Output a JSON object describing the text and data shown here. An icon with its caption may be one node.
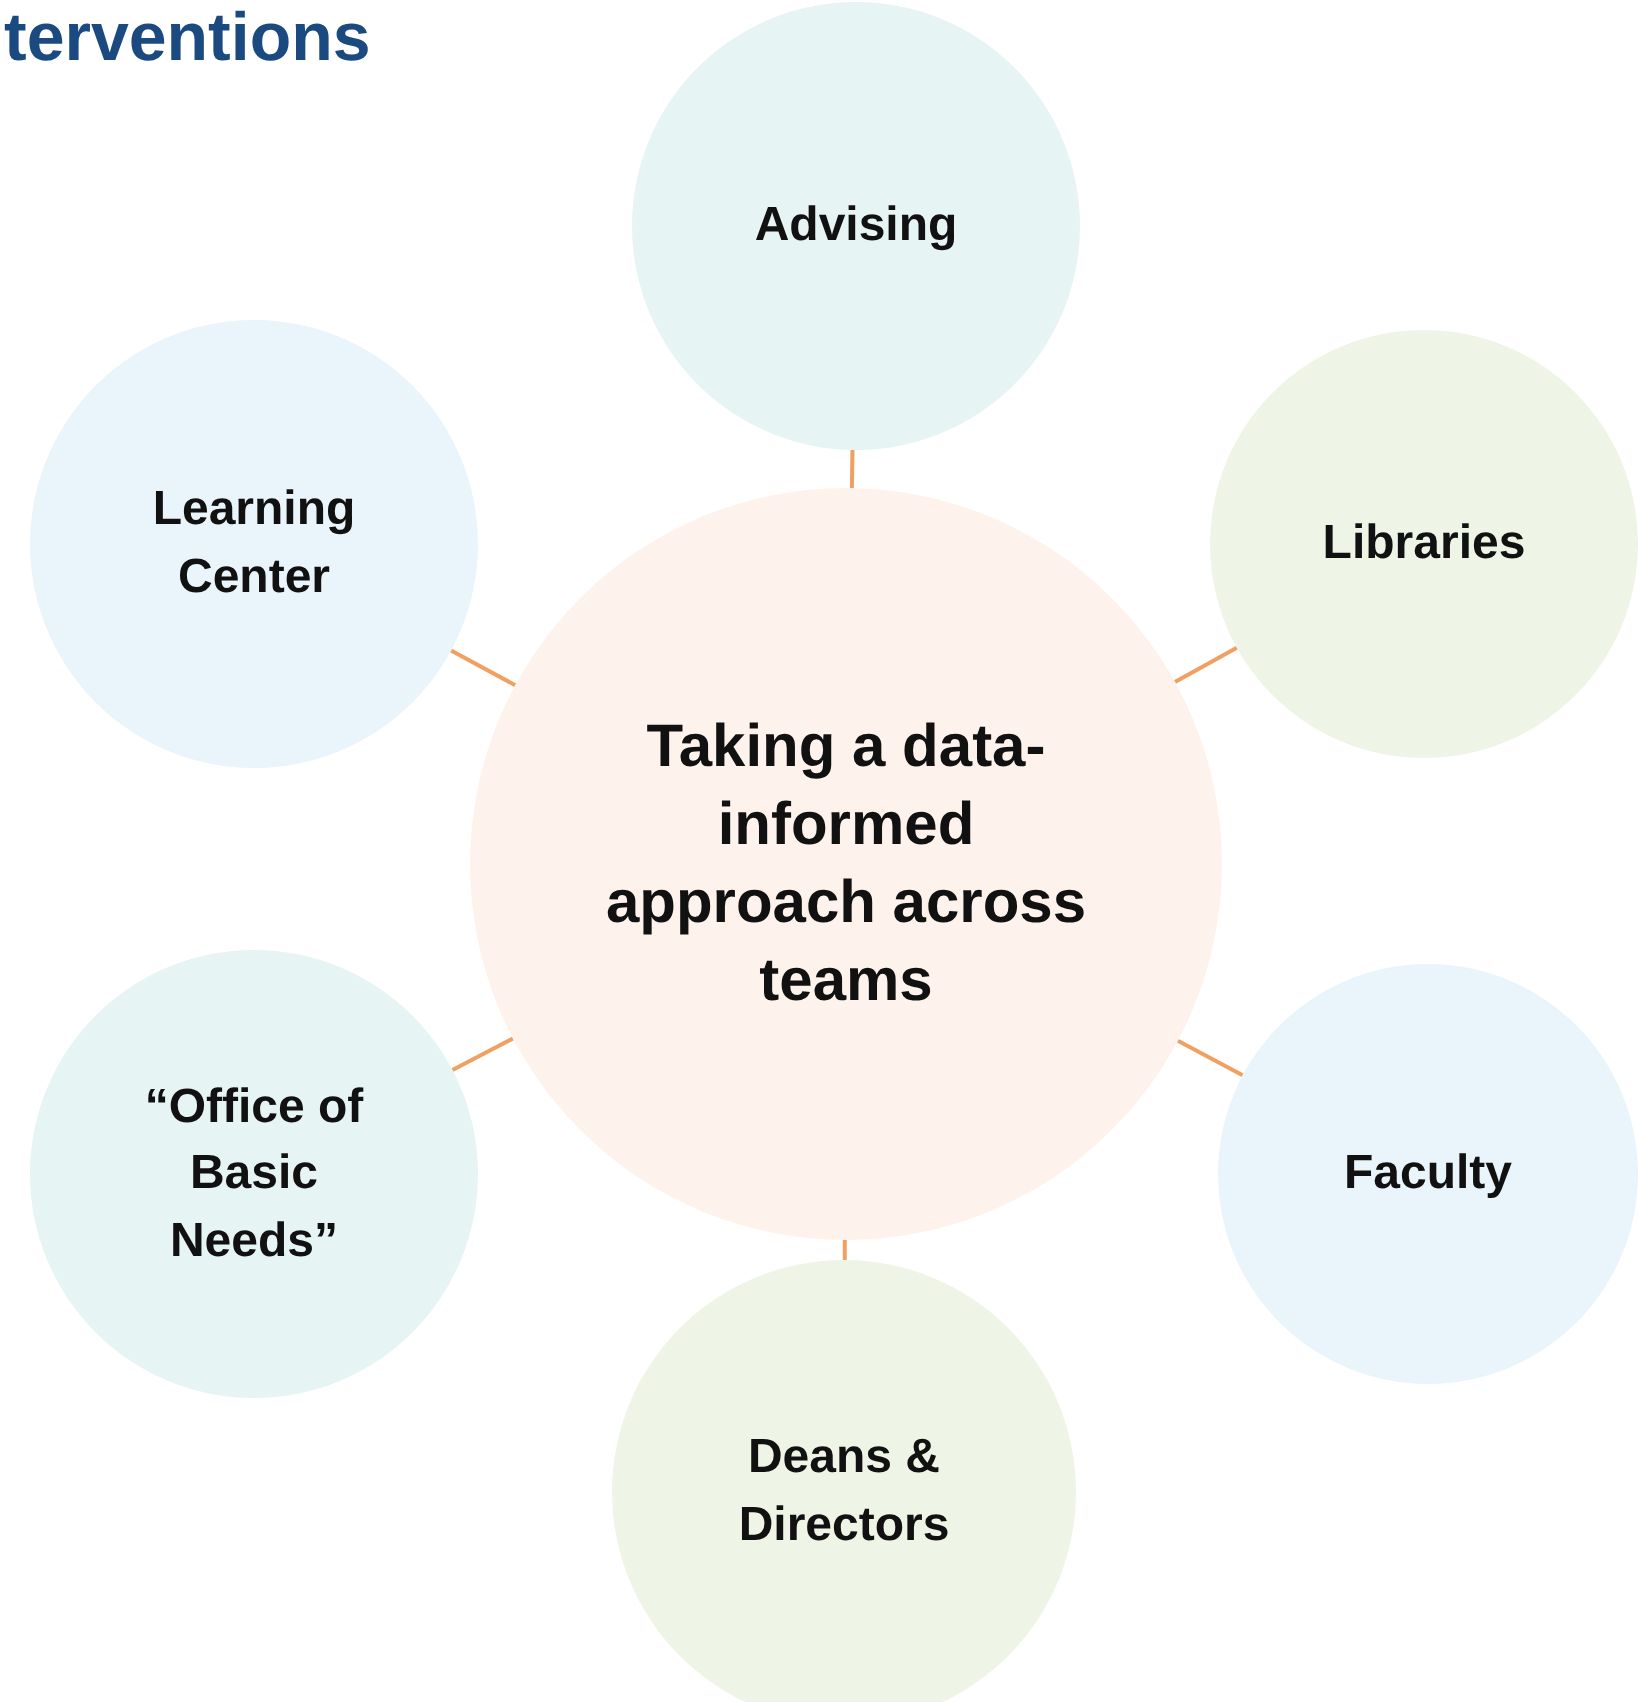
{
  "diagram": {
    "title": "terventions",
    "nodes": [
      {
        "text": [
          "Advising"
        ]
      },
      {
        "text": [
          "Learning Center"
        ]
      },
      {
        "text": [
          "Libraries"
        ]
      },
      {
        "text": [
          "Taking a data-informed approach across teams"
        ]
      },
      {
        "text": [
          "“Office of Basic Needs”"
        ]
      },
      {
        "text": [
          "Faculty"
        ]
      },
      {
        "text": [
          "Deans & Directors"
        ]
      }
    ],
    "edges": [
      {
        "from": 3,
        "to": 0,
        "arrow": "none"
      },
      {
        "from": 3,
        "to": 1,
        "arrow": "none"
      },
      {
        "from": 3,
        "to": 2,
        "arrow": "none"
      },
      {
        "from": 3,
        "to": 4,
        "arrow": "none"
      },
      {
        "from": 3,
        "to": 5,
        "arrow": "none"
      },
      {
        "from": 3,
        "to": 6,
        "arrow": "none"
      }
    ]
  }
}
